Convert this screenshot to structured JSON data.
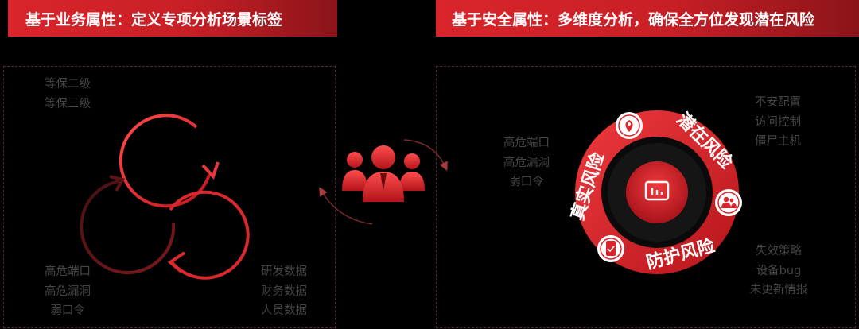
{
  "left_header": "基于业务属性：定义专项分析场景标签",
  "right_header": "基于安全属性：多维度分析，确保全方位发现潜在风险",
  "left_panel": {
    "top_tags": [
      "等保二级",
      "等保三级"
    ],
    "bottom_left_tags": [
      "高危端口",
      "高危漏洞",
      "弱口令"
    ],
    "bottom_right_tags": [
      "研发数据",
      "财务数据",
      "人员数据"
    ]
  },
  "right_panel": {
    "left_tags": [
      "高危端口",
      "高危漏洞",
      "弱口令"
    ],
    "top_right_tags": [
      "不安配置",
      "访问控制",
      "僵尸主机"
    ],
    "bottom_right_tags": [
      "失效策略",
      "设备bug",
      "未更新情报"
    ],
    "ring_labels": {
      "top": "潜在风险",
      "left": "真实风险",
      "bottom": "防护风险"
    }
  },
  "colors": {
    "accent": "#d9252b",
    "ring_gradient_light": "#ef3a3e",
    "ring_gradient_dark": "#b5151b",
    "tag_text": "#464646"
  },
  "icons": [
    "location-pin-icon",
    "users-icon",
    "phone-check-icon",
    "chart-icon",
    "people-group-icon"
  ]
}
